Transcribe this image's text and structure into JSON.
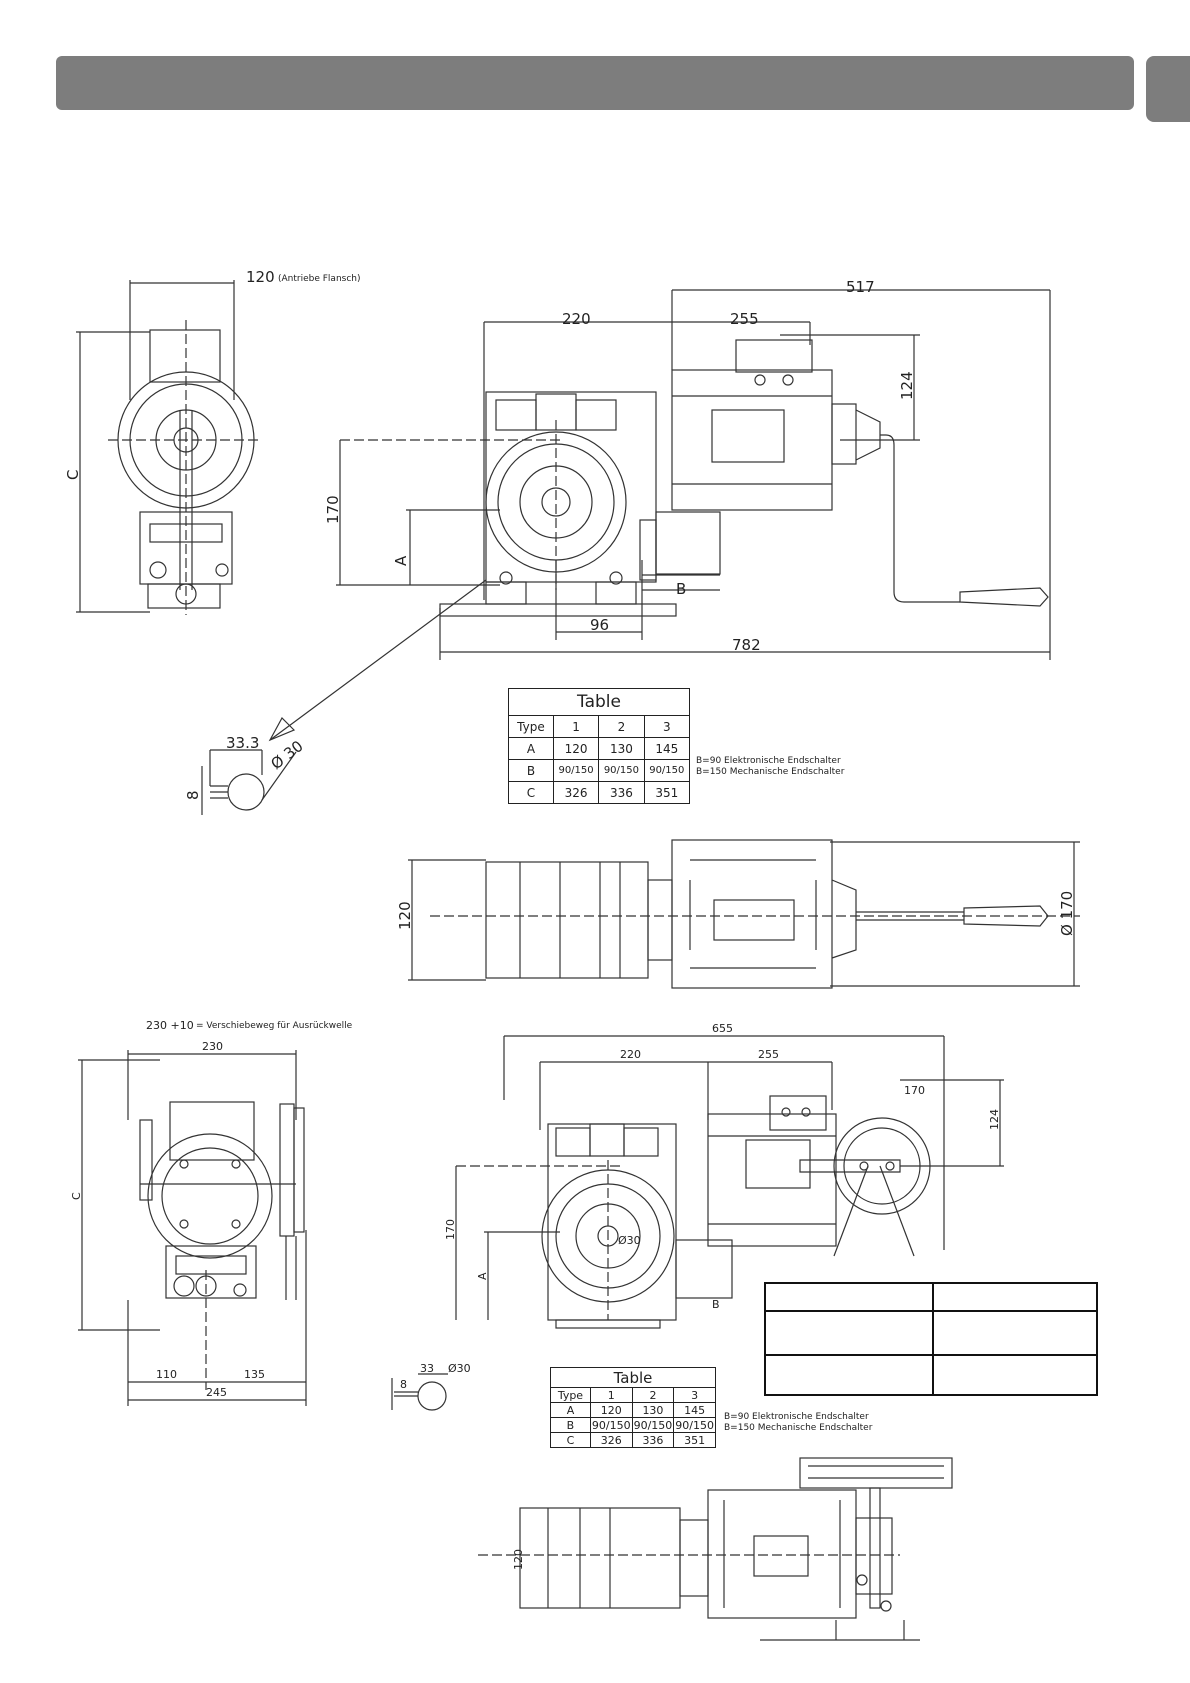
{
  "flange_dim": {
    "value": "120",
    "label": "(Antriebe Flansch)"
  },
  "drawing1": {
    "dims": {
      "d517": "517",
      "d220": "220",
      "d255": "255",
      "d124": "124",
      "d170": "170",
      "dA": "A",
      "dB": "B",
      "d96": "96",
      "d782": "782",
      "dC": "C"
    }
  },
  "shaft1": {
    "len": "33.3",
    "dia": "Ø 30",
    "key": "8"
  },
  "table1": {
    "caption": "Table",
    "header": [
      "Type",
      "1",
      "2",
      "3"
    ],
    "rows": [
      [
        "A",
        "120",
        "130",
        "145"
      ],
      [
        "B",
        "90/150",
        "90/150",
        "90/150"
      ],
      [
        "C",
        "326",
        "336",
        "351"
      ]
    ],
    "notes": [
      "B=90 Elektronische Endschalter",
      "B=150 Mechanische Endschalter"
    ]
  },
  "drawing2": {
    "dims": {
      "d120": "120",
      "d170": "Ø 170"
    }
  },
  "offset_note": {
    "value": "230 +10",
    "label": "= Verschiebeweg für Ausrückwelle"
  },
  "drawing3": {
    "dims": {
      "d230": "230",
      "dC": "C",
      "d110": "110",
      "d135": "135",
      "d245": "245"
    }
  },
  "drawing4": {
    "dims": {
      "d655": "655",
      "d220": "220",
      "d255": "255",
      "d170r": "170",
      "d124": "124",
      "d170": "170",
      "dA": "A",
      "dB": "B",
      "dDia": "Ø30"
    }
  },
  "shaft2": {
    "len": "33",
    "dia": "Ø30",
    "key": "8"
  },
  "table2": {
    "caption": "Table",
    "header": [
      "Type",
      "1",
      "2",
      "3"
    ],
    "rows": [
      [
        "A",
        "120",
        "130",
        "145"
      ],
      [
        "B",
        "90/150",
        "90/150",
        "90/150"
      ],
      [
        "C",
        "326",
        "336",
        "351"
      ]
    ],
    "notes": [
      "B=90 Elektronische Endschalter",
      "B=150 Mechanische Endschalter"
    ]
  },
  "drawing5": {
    "dims": {
      "d120": "120"
    }
  }
}
